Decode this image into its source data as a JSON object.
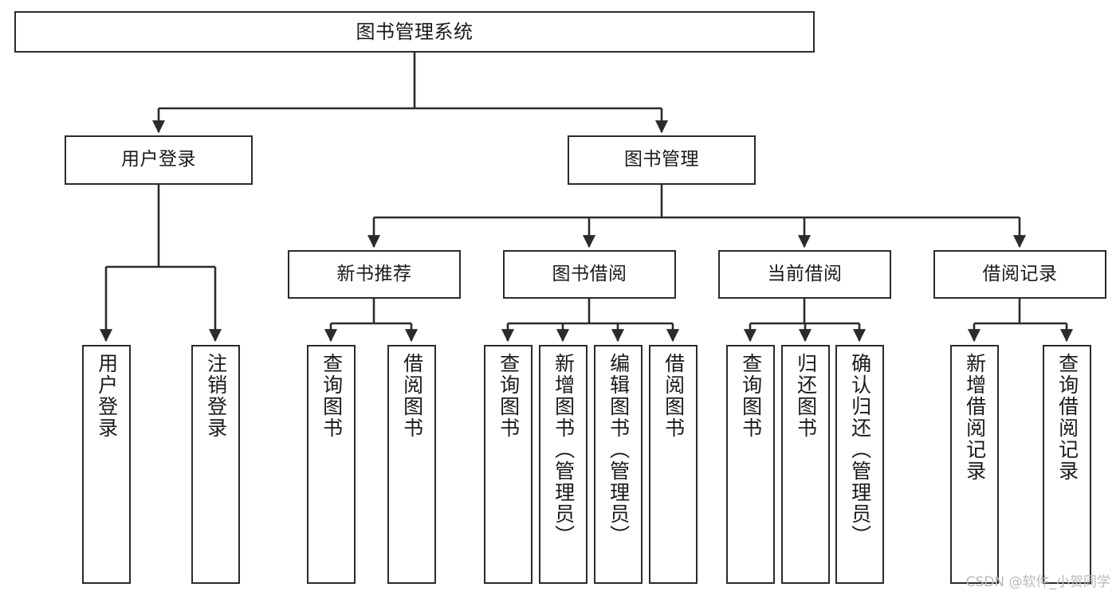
{
  "diagram": {
    "title": "图书管理系统",
    "type": "tree-hierarchy",
    "watermark": "CSDN @软件_小贺同学",
    "colors": {
      "box_border": "#2b2b2b",
      "box_fill": "#ffffff",
      "edge": "#2b2b2b",
      "text": "#1a1a1a",
      "watermark": "#b8b8b8",
      "background": "#ffffff"
    },
    "nodes": {
      "root": {
        "label": "图书管理系统"
      },
      "level1": [
        {
          "id": "user-login",
          "label": "用户登录"
        },
        {
          "id": "book-manage",
          "label": "图书管理"
        }
      ],
      "level2": [
        {
          "id": "new-book-recommend",
          "label": "新书推荐"
        },
        {
          "id": "book-borrow",
          "label": "图书借阅"
        },
        {
          "id": "current-borrow",
          "label": "当前借阅"
        },
        {
          "id": "borrow-record",
          "label": "借阅记录"
        }
      ],
      "leaves": {
        "user-login": [
          {
            "id": "leaf-user-login",
            "label": "用户登录"
          },
          {
            "id": "leaf-user-logout",
            "label": "注销登录"
          }
        ],
        "new-book-recommend": [
          {
            "id": "leaf-query-book-1",
            "label": "查询图书"
          },
          {
            "id": "leaf-borrow-book-1",
            "label": "借阅图书"
          }
        ],
        "book-borrow": [
          {
            "id": "leaf-query-book-2",
            "label": "查询图书"
          },
          {
            "id": "leaf-add-book",
            "label": "新增图书（管理员）"
          },
          {
            "id": "leaf-edit-book",
            "label": "编辑图书（管理员）"
          },
          {
            "id": "leaf-borrow-book-2",
            "label": "借阅图书"
          }
        ],
        "current-borrow": [
          {
            "id": "leaf-query-book-3",
            "label": "查询图书"
          },
          {
            "id": "leaf-return-book",
            "label": "归还图书"
          },
          {
            "id": "leaf-confirm-return",
            "label": "确认归还（管理员）"
          }
        ],
        "borrow-record": [
          {
            "id": "leaf-add-record",
            "label": "新增借阅记录"
          },
          {
            "id": "leaf-query-record",
            "label": "查询借阅记录"
          }
        ]
      }
    }
  }
}
